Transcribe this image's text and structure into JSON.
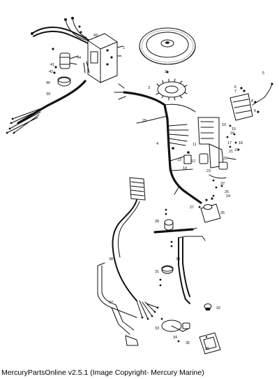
{
  "footer": {
    "copyright": "MercuryPartsOnline v2.5.1 (Image Copyright- Mercury Marine)"
  },
  "callouts": {
    "c1": "1",
    "c2": "2",
    "c3": "3",
    "c4": "4",
    "c5": "5",
    "c6": "6",
    "c7": "7",
    "c8": "8",
    "c9": "9",
    "c10": "10",
    "c11": "11",
    "c12": "12",
    "c13": "13",
    "c14": "14",
    "c15": "15",
    "c16": "16",
    "c17": "17",
    "c18": "18",
    "c19": "19",
    "c20": "20",
    "c21": "21",
    "c22": "22",
    "c23": "23",
    "c24": "24",
    "c25": "25",
    "c26": "26",
    "c27": "27",
    "c28": "28",
    "c29": "29",
    "c30": "30",
    "c31": "31",
    "c32": "32",
    "c33": "33",
    "c34": "34",
    "c35": "35",
    "c36": "36",
    "c37": "37",
    "c38": "38",
    "c39": "39",
    "c40": "40",
    "c41": "41",
    "c42": "42",
    "c43": "43",
    "c44": "44"
  }
}
